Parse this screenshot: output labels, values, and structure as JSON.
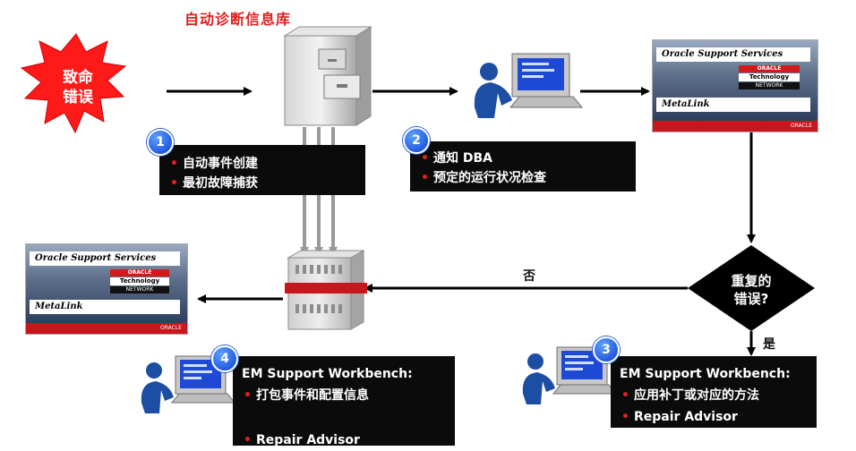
{
  "title": "自动诊断信息库",
  "fatal_error": {
    "line1": "致命",
    "line2": "错误"
  },
  "step1": {
    "number": "1",
    "items": [
      "自动事件创建",
      "最初故障捕获"
    ]
  },
  "step2": {
    "number": "2",
    "items": [
      "通知 DBA",
      "预定的运行状况检查"
    ]
  },
  "step3": {
    "number": "3",
    "header": "EM Support Workbench:",
    "items": [
      "应用补丁或对应的方法",
      "Repair Advisor"
    ]
  },
  "step4": {
    "number": "4",
    "header": "EM Support Workbench:",
    "items": [
      "打包事件和配置信息",
      "Repair Advisor"
    ]
  },
  "decision": {
    "line1": "重复的",
    "line2": "错误?",
    "yes": "是",
    "no": "否"
  },
  "oss_panel": {
    "title": "Oracle Support Services",
    "brand_top": "ORACLE",
    "brand_mid": "Technology",
    "brand_bot": "NETWORK",
    "metalink": "MetaLink",
    "footer": "ORACLE"
  },
  "colors": {
    "accent_red": "#e11f1f",
    "badge_blue": "#0a3fd0",
    "box_black": "#0b0b0b"
  }
}
